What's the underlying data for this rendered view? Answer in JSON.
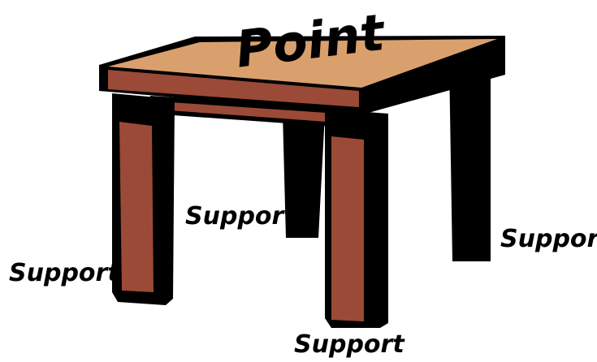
{
  "diagram": {
    "title": "Point",
    "labels": {
      "support_back_left": "Support",
      "support_back_right": "Support",
      "support_front_left": "Support",
      "support_front_right": "Support"
    },
    "colors": {
      "tabletop": "#D9A06E",
      "wood": "#9A4A36",
      "outline": "#000000",
      "background": "#FFFFFF"
    }
  }
}
